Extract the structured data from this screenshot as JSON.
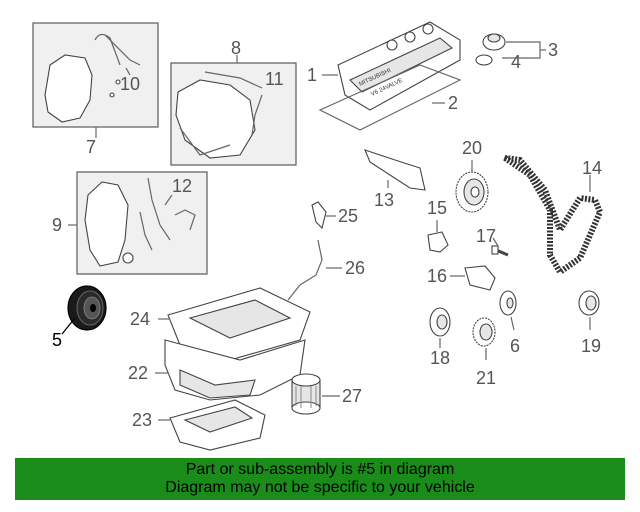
{
  "diagram": {
    "callouts": {
      "n1": "1",
      "n2": "2",
      "n3": "3",
      "n4": "4",
      "n5": "5",
      "n6": "6",
      "n7": "7",
      "n8": "8",
      "n9": "9",
      "n10": "10",
      "n11": "11",
      "n12": "12",
      "n13": "13",
      "n14": "14",
      "n15": "15",
      "n16": "16",
      "n17": "17",
      "n18": "18",
      "n19": "19",
      "n20": "20",
      "n21": "21",
      "n22": "22",
      "n23": "23",
      "n24": "24",
      "n25": "25",
      "n26": "26",
      "n27": "27"
    },
    "highlight_color": "#000000",
    "callout_color": "#555555",
    "valve_cover_text": {
      "top": "MITSUBISHI",
      "bottom": "V6 24VALVE"
    }
  },
  "banner": {
    "line1": "Part or sub-assembly is #5 in diagram",
    "line2": "Diagram may not be specific to your vehicle",
    "background": "#1a8c1a"
  }
}
